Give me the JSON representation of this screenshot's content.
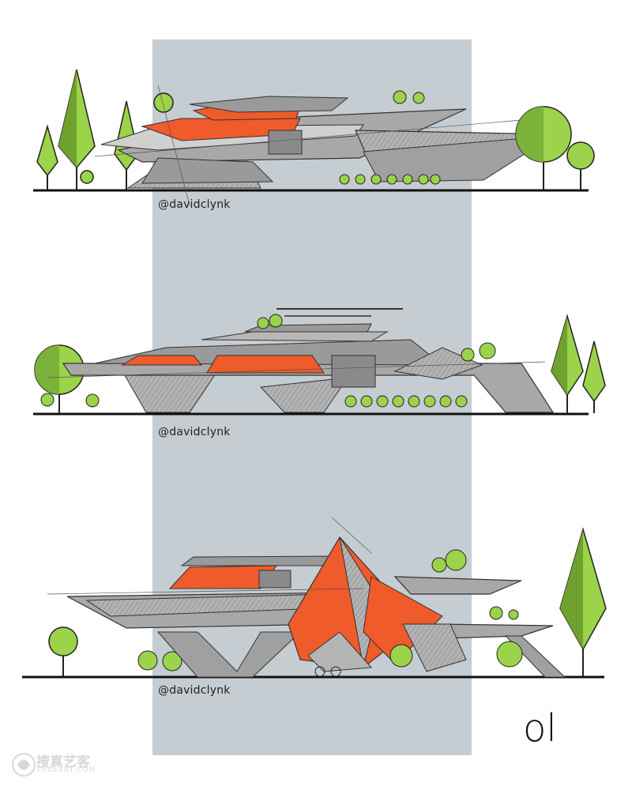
{
  "drawings": [
    {
      "handle": "@davidclynk"
    },
    {
      "handle": "@davidclynk"
    },
    {
      "handle": "@davidclynk"
    }
  ],
  "logo": {
    "text": "ol"
  },
  "watermark": {
    "text": "搜真艺客",
    "sub": "TRUEART.COM"
  },
  "colors": {
    "band": "#c5cdd3",
    "accent_orange": "#ef5b2a",
    "tree_green": "#9bd34a",
    "concrete_gray": "#a8a8a8",
    "ink": "#111111"
  }
}
